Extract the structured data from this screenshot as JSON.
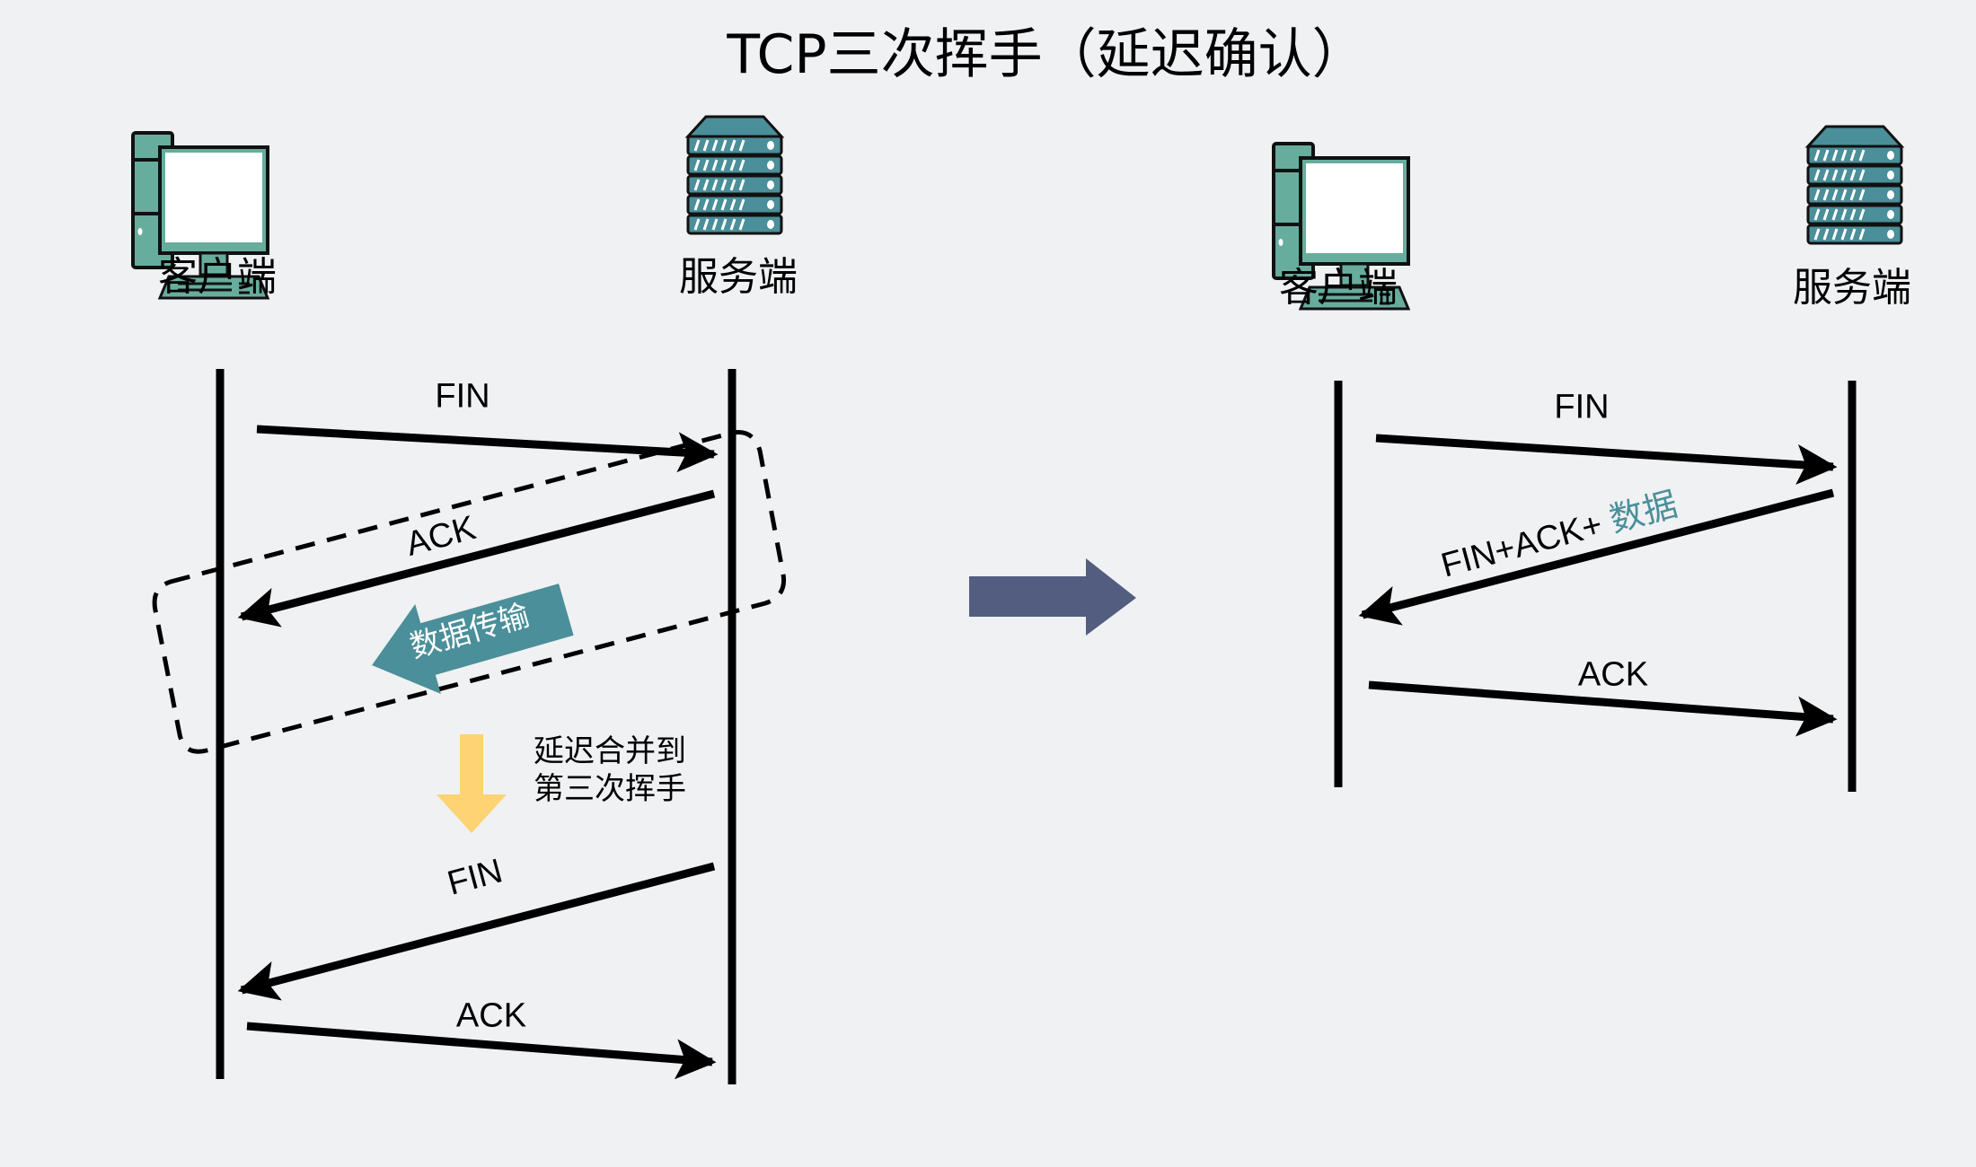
{
  "title": "TCP三次挥手（延迟确认）",
  "colors": {
    "background": "#f0f1f3",
    "icon_teal": "#4a8f99",
    "client_green": "#67ad9e",
    "data_arrow": "#4a8f99",
    "merge_arrow": "#fdd374",
    "transition_arrow": "#525d80"
  },
  "left_diagram": {
    "client_label": "客户端",
    "server_label": "服务端",
    "messages": [
      {
        "label": "FIN",
        "direction": "client-to-server"
      },
      {
        "label": "ACK",
        "direction": "server-to-client"
      },
      {
        "label": "FIN",
        "direction": "server-to-client"
      },
      {
        "label": "ACK",
        "direction": "client-to-server"
      }
    ],
    "data_transfer_label": "数据传输",
    "merge_note_line1": "延迟合并到",
    "merge_note_line2": "第三次挥手"
  },
  "right_diagram": {
    "client_label": "客户端",
    "server_label": "服务端",
    "messages": [
      {
        "label": "FIN",
        "direction": "client-to-server"
      },
      {
        "label": "FIN+ACK+",
        "extra": "数据",
        "direction": "server-to-client"
      },
      {
        "label": "ACK",
        "direction": "client-to-server"
      }
    ]
  },
  "icons": [
    "client-computer-icon",
    "server-rack-icon",
    "transition-arrow-icon"
  ]
}
